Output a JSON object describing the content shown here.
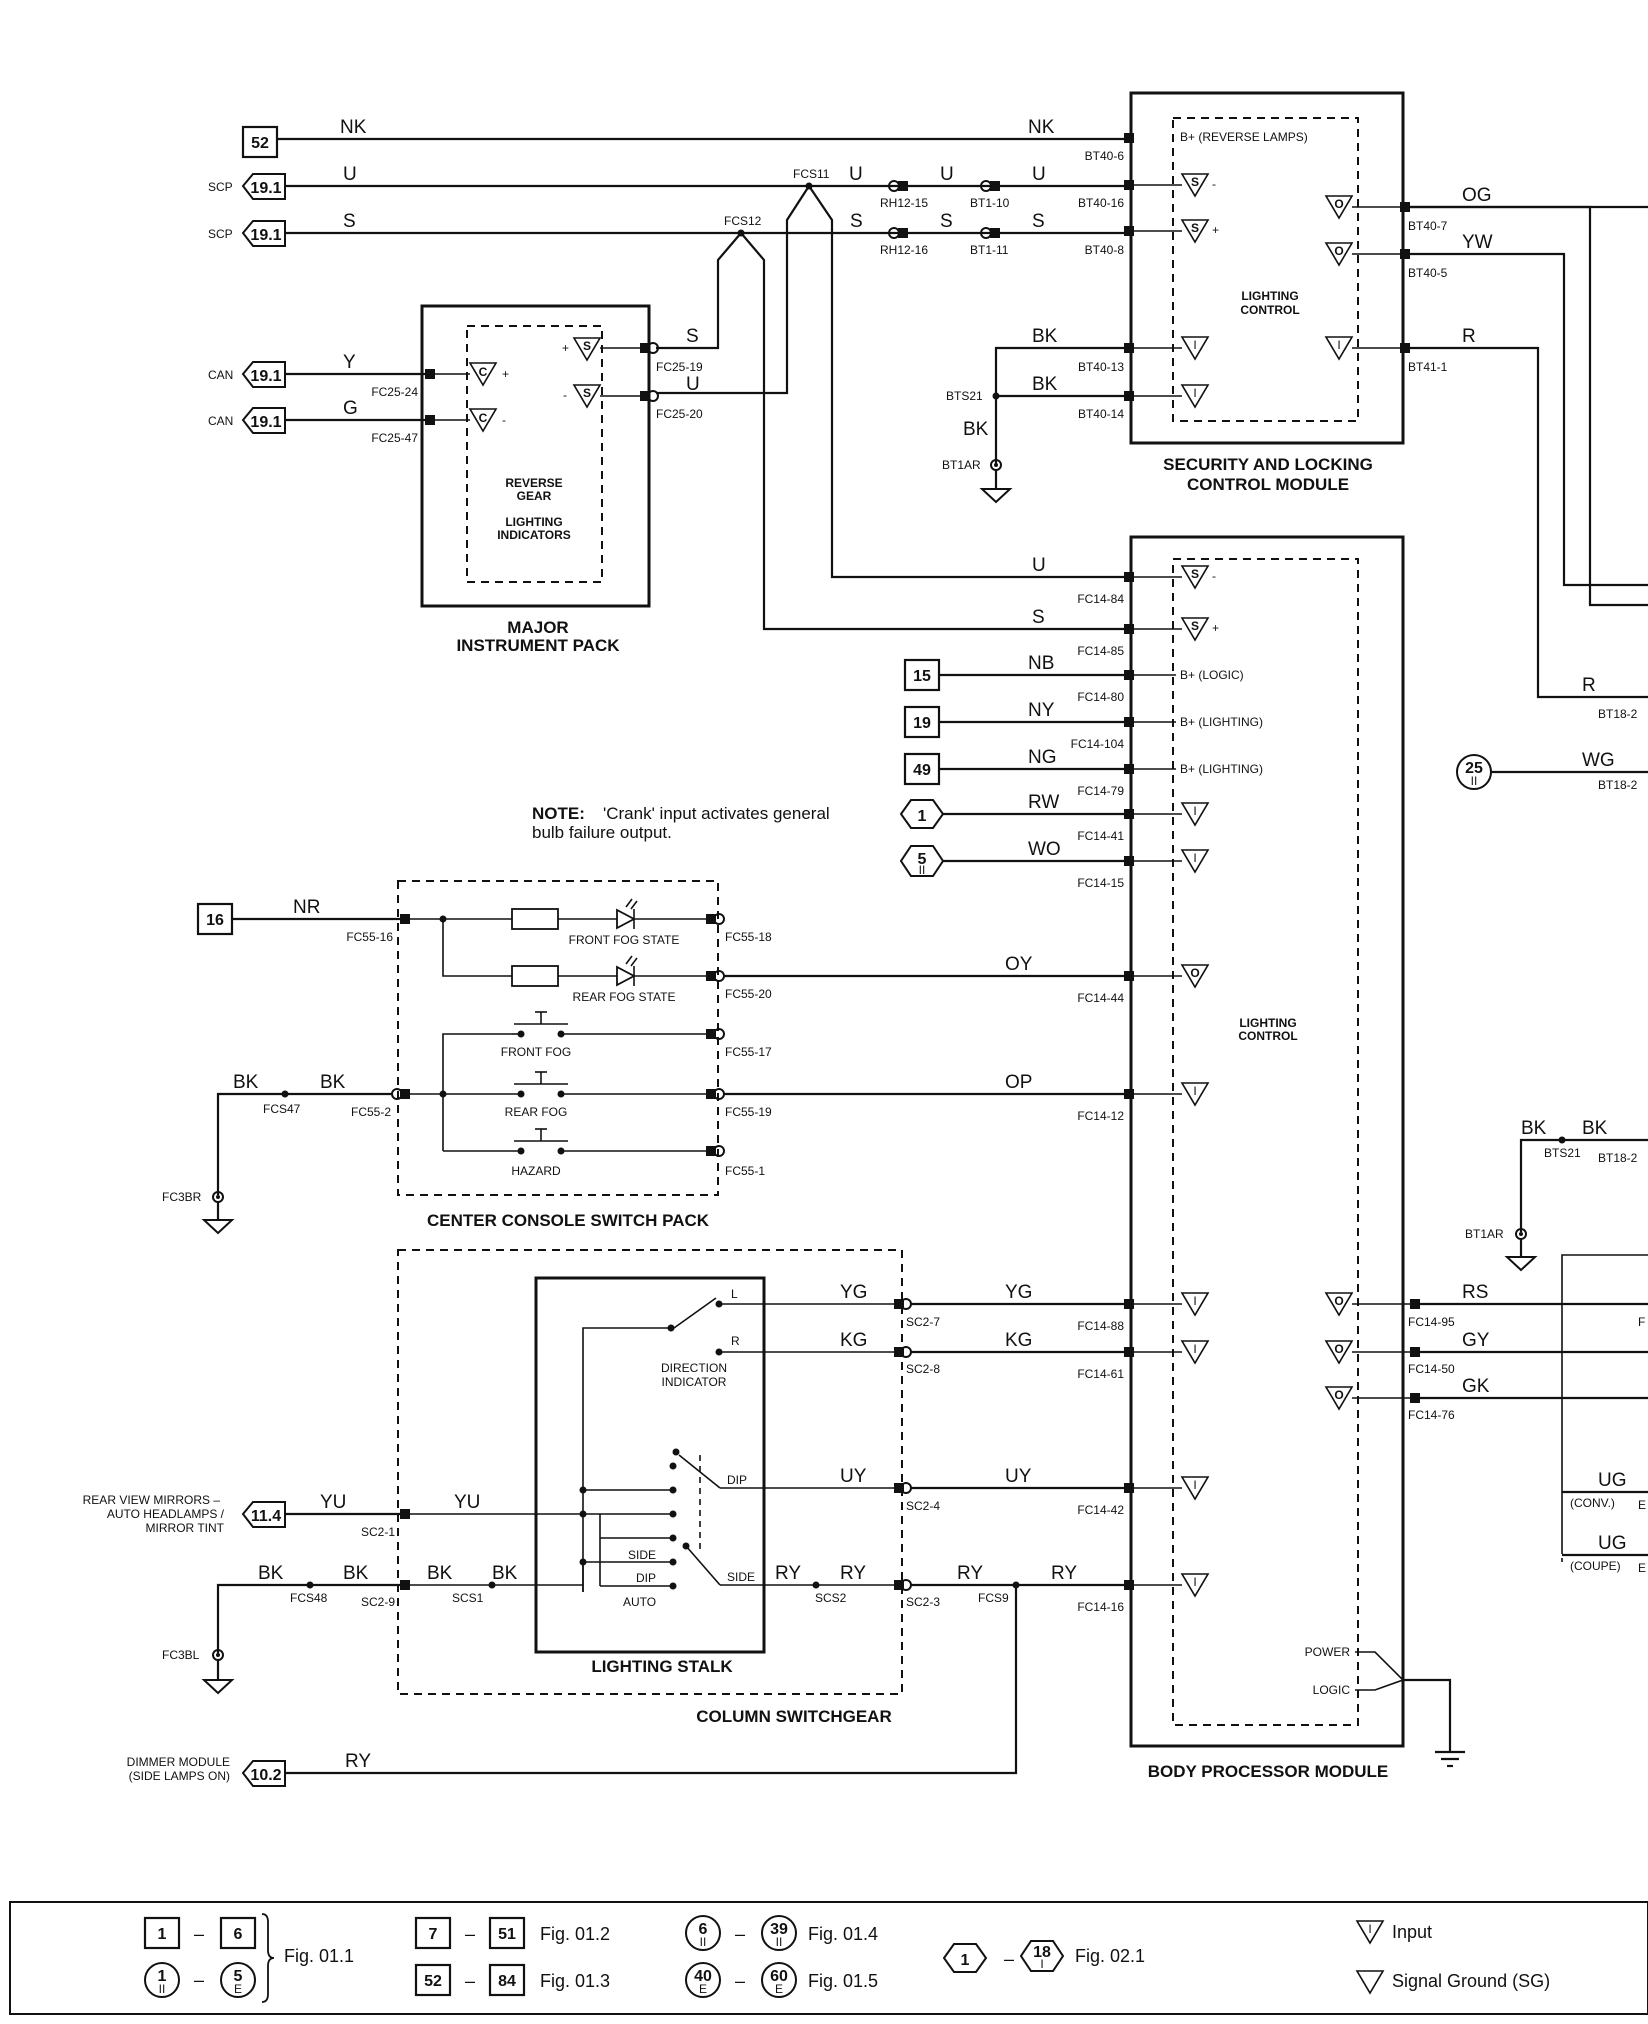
{
  "modules": {
    "slcm": {
      "title_line1": "SECURITY AND LOCKING",
      "title_line2": "CONTROL MODULE",
      "inner": "LIGHTING\nCONTROL",
      "pins": [
        {
          "label": "B+ (REVERSE LAMPS)",
          "conn": "BT40-6"
        },
        {
          "label": "S",
          "conn": "BT40-16"
        },
        {
          "label": "S",
          "conn": "BT40-8"
        },
        {
          "label": "I",
          "conn": "BT40-13"
        },
        {
          "label": "I",
          "conn": "BT40-14"
        },
        {
          "label": "O",
          "conn": "BT40-7"
        },
        {
          "label": "O",
          "conn": "BT40-5"
        },
        {
          "label": "I",
          "conn": "BT41-1"
        }
      ]
    },
    "mip": {
      "title_line1": "MAJOR",
      "title_line2": "INSTRUMENT PACK",
      "inner_line1": "REVERSE",
      "inner_line2": "GEAR",
      "inner_line3": "LIGHTING",
      "inner_line4": "INDICATORS",
      "pins": [
        {
          "conn": "FC25-24"
        },
        {
          "conn": "FC25-47"
        },
        {
          "conn": "FC25-19"
        },
        {
          "conn": "FC25-20"
        }
      ]
    },
    "bpm": {
      "title": "BODY PROCESSOR MODULE",
      "inner_line1": "LIGHTING",
      "inner_line2": "CONTROL",
      "power": "POWER",
      "logic": "LOGIC",
      "pins": [
        {
          "label": "",
          "conn": "FC14-84"
        },
        {
          "label": "",
          "conn": "FC14-85"
        },
        {
          "label": "B+ (LOGIC)",
          "conn": "FC14-80"
        },
        {
          "label": "B+ (LIGHTING)",
          "conn": "FC14-104"
        },
        {
          "label": "B+ (LIGHTING)",
          "conn": "FC14-79"
        },
        {
          "label": "",
          "conn": "FC14-41"
        },
        {
          "label": "",
          "conn": "FC14-15"
        },
        {
          "label": "",
          "conn": "FC14-44"
        },
        {
          "label": "",
          "conn": "FC14-12"
        },
        {
          "label": "",
          "conn": "FC14-88"
        },
        {
          "label": "",
          "conn": "FC14-61"
        },
        {
          "label": "",
          "conn": "FC14-42"
        },
        {
          "label": "",
          "conn": "FC14-16"
        },
        {
          "label": "",
          "conn": "FC14-95"
        },
        {
          "label": "",
          "conn": "FC14-50"
        },
        {
          "label": "",
          "conn": "FC14-76"
        }
      ]
    },
    "ccsp": {
      "title": "CENTER CONSOLE SWITCH PACK",
      "front_fog_state": "FRONT FOG STATE",
      "rear_fog_state": "REAR FOG STATE",
      "front_fog": "FRONT FOG",
      "rear_fog": "REAR FOG",
      "hazard": "HAZARD",
      "conns": [
        "FC55-16",
        "FC55-18",
        "FC55-20",
        "FC55-17",
        "FC55-2",
        "FC55-19",
        "FC55-1"
      ]
    },
    "colsw": {
      "title": "COLUMN SWITCHGEAR",
      "stalk": "LIGHTING STALK",
      "dir_line1": "DIRECTION",
      "dir_line2": "INDICATOR",
      "l": "L",
      "r": "R",
      "dip": "DIP",
      "side": "SIDE",
      "auto": "AUTO",
      "conns": [
        "SC2-7",
        "SC2-8",
        "SC2-4",
        "SC2-1",
        "SC2-9",
        "SC2-3"
      ]
    }
  },
  "wires": {
    "nk": "NK",
    "u": "U",
    "s": "S",
    "y": "Y",
    "g": "G",
    "bk": "BK",
    "og": "OG",
    "yw": "YW",
    "r": "R",
    "nb": "NB",
    "ny": "NY",
    "ng": "NG",
    "rw": "RW",
    "wo": "WO",
    "nr": "NR",
    "oy": "OY",
    "op": "OP",
    "yg": "YG",
    "kg": "KG",
    "uy": "UY",
    "yu": "YU",
    "ry": "RY",
    "rs": "RS",
    "gy": "GY",
    "gk": "GK",
    "wg": "WG",
    "ug": "UG"
  },
  "connectors": {
    "rh12_15": "RH12-15",
    "bt1_10": "BT1-10",
    "rh12_16": "RH12-16",
    "bt1_11": "BT1-11",
    "fcs11": "FCS11",
    "fcs12": "FCS12",
    "bts21": "BTS21",
    "bt1ar": "BT1AR",
    "bt18_a": "BT18-2",
    "bt18_b": "BT18-2",
    "bt18_c": "BT18-2",
    "fcs47": "FCS47",
    "fc3br": "FC3BR",
    "fcs48": "FCS48",
    "fc3bl": "FC3BL",
    "scs1": "SCS1",
    "scs2": "SCS2",
    "fcs9": "FCS9",
    "bts21_b": "BTS21",
    "bt1ar_b": "BT1AR",
    "conv": "(CONV.)",
    "coupe": "(COUPE)",
    "cutoff_e": "E",
    "cutoff_f": "F"
  },
  "refs": {
    "r52": "52",
    "scp1": "19.1",
    "scp2": "19.1",
    "can1": "19.1",
    "can2": "19.1",
    "r15": "15",
    "r19": "19",
    "r49": "49",
    "r1": "1",
    "r5": "5",
    "r5_sub": "II",
    "r16": "16",
    "r11_4": "11.4",
    "r10_2": "10.2",
    "r25": "25",
    "r25_sub": "II",
    "scp_tag": "SCP",
    "can_tag": "CAN"
  },
  "notes": {
    "note_bold": "NOTE:",
    "note_line1": "'Crank' input activates general",
    "note_line2": "bulb failure output.",
    "rvm_line1": "REAR VIEW MIRRORS –",
    "rvm_line2": "AUTO HEADLAMPS /",
    "rvm_line3": "MIRROR TINT",
    "dim_line1": "DIMMER MODULE",
    "dim_line2": "(SIDE LAMPS ON)"
  },
  "legend": {
    "g1": {
      "a": "1",
      "b": "6",
      "c": "1",
      "c_sub": "II",
      "d": "5",
      "d_sub": "E",
      "fig": "Fig. 01.1"
    },
    "g2": {
      "a": "7",
      "b": "51",
      "fig": "Fig. 01.2"
    },
    "g3": {
      "a": "52",
      "b": "84",
      "fig": "Fig. 01.3"
    },
    "g4": {
      "a": "6",
      "a_sub": "II",
      "b": "39",
      "b_sub": "II",
      "fig": "Fig. 01.4"
    },
    "g5": {
      "a": "40",
      "a_sub": "E",
      "b": "60",
      "b_sub": "E",
      "fig": "Fig. 01.5"
    },
    "g6": {
      "a": "1",
      "b": "18",
      "b_sub": "I",
      "fig": "Fig. 02.1"
    },
    "input": "Input",
    "sg": "Signal Ground (SG)",
    "dash": "–"
  },
  "symbols": {
    "s": "S",
    "c": "C",
    "i": "I",
    "o": "O",
    "plus": "+",
    "minus": "-"
  }
}
